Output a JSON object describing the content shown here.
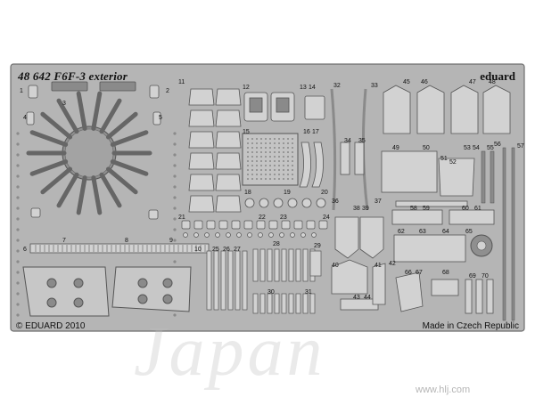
{
  "fret": {
    "title": "48 642 F6F-3 exterior",
    "brand": "eduard",
    "copyright": "© EDUARD 2010",
    "made_in": "Made in Czech Republic"
  },
  "watermark": {
    "text": "Japan",
    "site": "www.hlj.com"
  },
  "part_numbers": [
    "1",
    "2",
    "3",
    "4",
    "5",
    "6",
    "7",
    "8",
    "9",
    "10",
    "11",
    "12",
    "13",
    "14",
    "15",
    "16",
    "17",
    "18",
    "19",
    "20",
    "21",
    "22",
    "23",
    "24",
    "25",
    "26",
    "27",
    "28",
    "29",
    "30",
    "31",
    "32",
    "33",
    "34",
    "35",
    "36",
    "37",
    "38",
    "39",
    "40",
    "41",
    "42",
    "43",
    "44",
    "45",
    "46",
    "47",
    "48",
    "49",
    "50",
    "51",
    "52",
    "53",
    "54",
    "55",
    "56",
    "57",
    "58",
    "59",
    "60",
    "61",
    "62",
    "63",
    "64",
    "65",
    "66",
    "67",
    "68",
    "69",
    "70"
  ],
  "colors": {
    "fret_metal": "#b5b5b5",
    "fret_edge": "#6e6e6e",
    "part_dark": "#8a8a8a",
    "part_light": "#d2d2d2"
  }
}
